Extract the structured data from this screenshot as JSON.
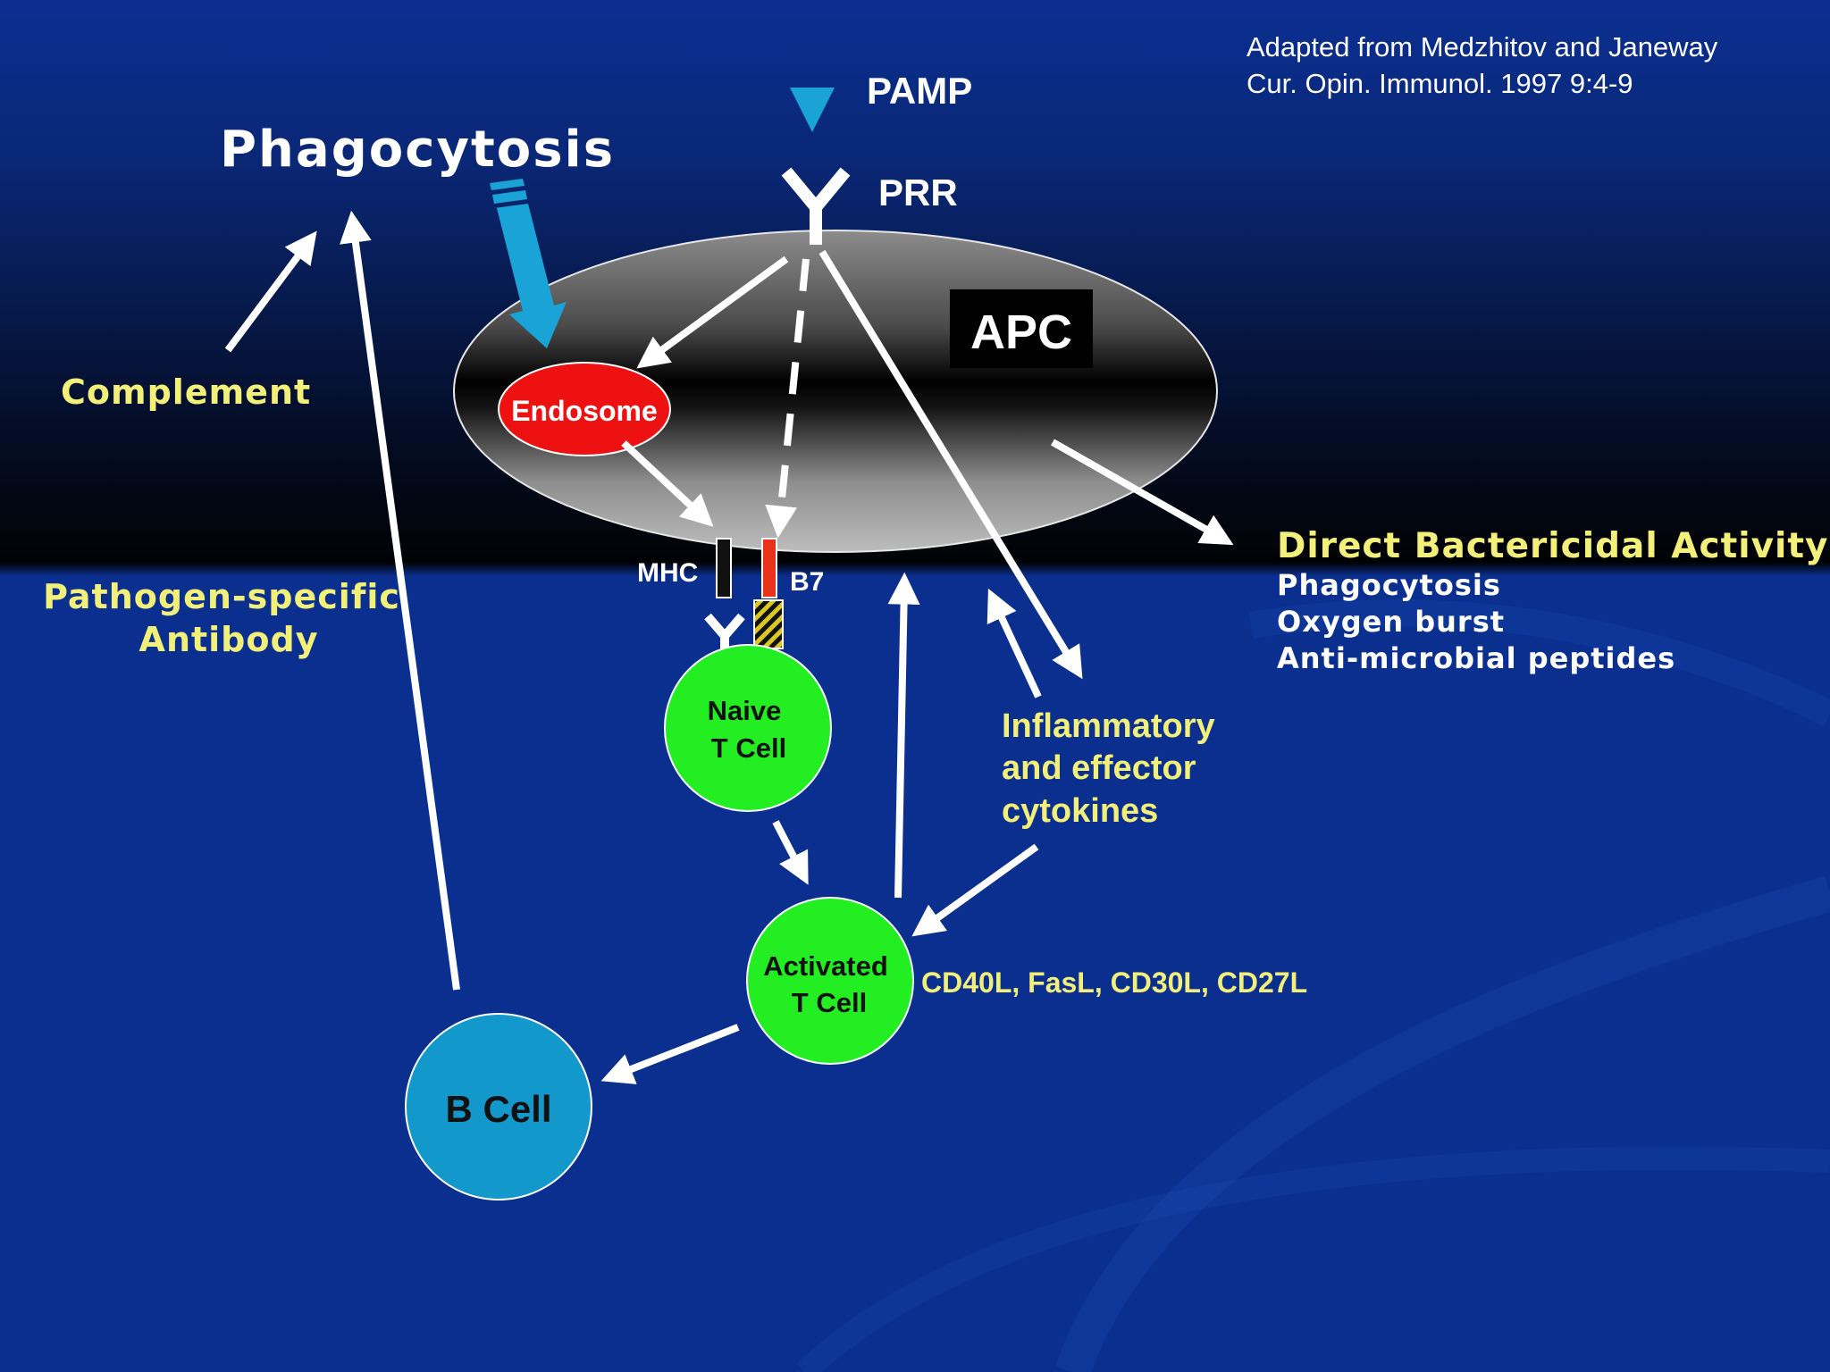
{
  "citation": {
    "line1": "Adapted from Medzhitov and Janeway",
    "line2": "Cur. Opin. Immunol. 1997 9:4-9"
  },
  "labels": {
    "pamp": "PAMP",
    "prr": "PRR",
    "phagocytosis_title": "Phagocytosis",
    "apc": "APC",
    "endosome": "Endosome",
    "complement": "Complement",
    "pathogen_antibody_line1": "Pathogen-specific",
    "pathogen_antibody_line2": "Antibody",
    "mhc": "MHC",
    "b7": "B7",
    "naive_line1": "Naive",
    "naive_line2": "T Cell",
    "activated_line1": "Activated",
    "activated_line2": "T Cell",
    "b_cell": "B Cell",
    "cytokines_line1": "Inflammatory",
    "cytokines_line2": "and effector",
    "cytokines_line3": "cytokines",
    "ligands": "CD40L, FasL, CD30L, CD27L",
    "bactericidal_title": "Direct Bactericidal Activity",
    "bactericidal_items": [
      "Phagocytosis",
      "Oxygen burst",
      "Anti-microbial peptides"
    ]
  },
  "colors": {
    "background_blue": "#0a2f8f",
    "yellow_text": "#f3f07a",
    "white": "#ffffff",
    "endosome_red": "#ee1111",
    "t_cell_green": "#22ee22",
    "b_cell_blue": "#1398cc",
    "pamp_triangle": "#1aa3d6",
    "phago_arrow": "#1aa3d6",
    "b7_red": "#e8321a"
  }
}
